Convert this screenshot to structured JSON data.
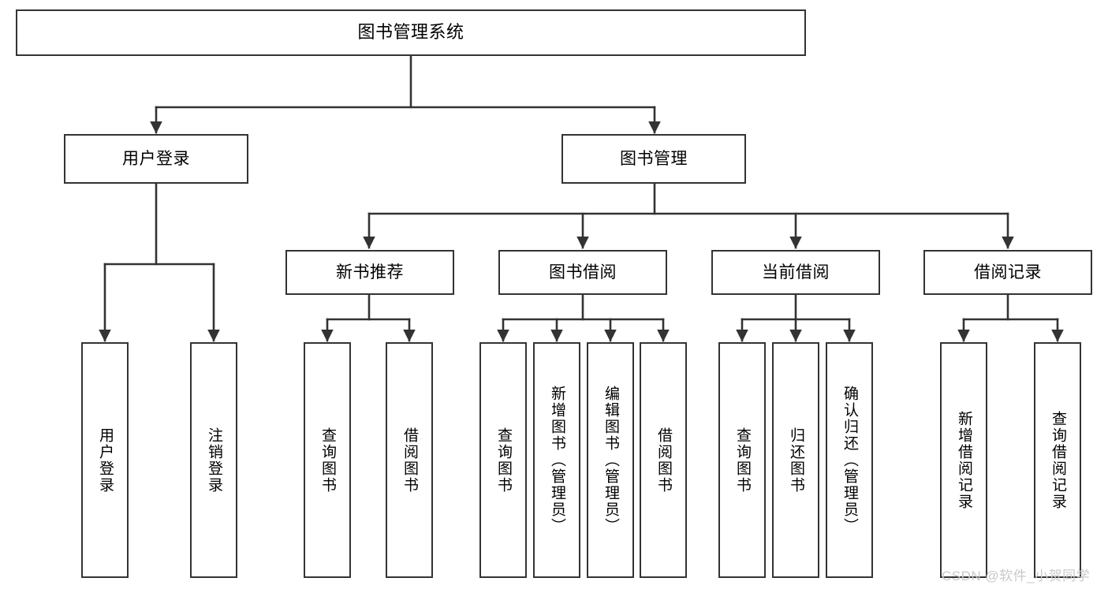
{
  "diagram": {
    "title": "图书管理系统",
    "stroke_color": "#333333",
    "box_fill": "#ffffff",
    "text_color": "#000000",
    "background": "#ffffff"
  },
  "watermark": {
    "text": "CSDN @软件_小贺同学",
    "color": "#c9c9c9"
  },
  "chart_data": {
    "type": "tree",
    "title": "图书管理系统",
    "orientation": "top-down",
    "levels": 4,
    "nodes": [
      {
        "id": "root",
        "label": "图书管理系统",
        "level": 0,
        "parent": null
      },
      {
        "id": "login",
        "label": "用户登录",
        "level": 1,
        "parent": "root"
      },
      {
        "id": "bookmgmt",
        "label": "图书管理",
        "level": 1,
        "parent": "root"
      },
      {
        "id": "login-user",
        "label": "用户登录",
        "level": 2,
        "parent": "login"
      },
      {
        "id": "login-logout",
        "label": "注销登录",
        "level": 2,
        "parent": "login"
      },
      {
        "id": "newbook",
        "label": "新书推荐",
        "level": 2,
        "parent": "bookmgmt"
      },
      {
        "id": "borrow",
        "label": "图书借阅",
        "level": 2,
        "parent": "bookmgmt"
      },
      {
        "id": "current",
        "label": "当前借阅",
        "level": 2,
        "parent": "bookmgmt"
      },
      {
        "id": "record",
        "label": "借阅记录",
        "level": 2,
        "parent": "bookmgmt"
      },
      {
        "id": "newbook-query",
        "label": "查询图书",
        "level": 3,
        "parent": "newbook"
      },
      {
        "id": "newbook-borrow",
        "label": "借阅图书",
        "level": 3,
        "parent": "newbook"
      },
      {
        "id": "borrow-query",
        "label": "查询图书",
        "level": 3,
        "parent": "borrow"
      },
      {
        "id": "borrow-add",
        "label": "新增图书（管理员）",
        "level": 3,
        "parent": "borrow"
      },
      {
        "id": "borrow-edit",
        "label": "编辑图书（管理员）",
        "level": 3,
        "parent": "borrow"
      },
      {
        "id": "borrow-lend",
        "label": "借阅图书",
        "level": 3,
        "parent": "borrow"
      },
      {
        "id": "current-query",
        "label": "查询图书",
        "level": 3,
        "parent": "current"
      },
      {
        "id": "current-return",
        "label": "归还图书",
        "level": 3,
        "parent": "current"
      },
      {
        "id": "current-confirm",
        "label": "确认归还（管理员）",
        "level": 3,
        "parent": "current"
      },
      {
        "id": "record-add",
        "label": "新增借阅记录",
        "level": 3,
        "parent": "record"
      },
      {
        "id": "record-query",
        "label": "查询借阅记录",
        "level": 3,
        "parent": "record"
      }
    ]
  },
  "nodes": {
    "root": {
      "label": "图书管理系统"
    },
    "login": {
      "label": "用户登录"
    },
    "bookmgmt": {
      "label": "图书管理"
    },
    "login_user": {
      "label": "用户登录"
    },
    "login_logout": {
      "label": "注销登录"
    },
    "newbook": {
      "label": "新书推荐"
    },
    "borrow": {
      "label": "图书借阅"
    },
    "current": {
      "label": "当前借阅"
    },
    "record": {
      "label": "借阅记录"
    },
    "newbook_query": {
      "label": "查询图书"
    },
    "newbook_borrow": {
      "label": "借阅图书"
    },
    "borrow_query": {
      "label": "查询图书"
    },
    "borrow_add": {
      "label": "新增图书（管理员）"
    },
    "borrow_edit": {
      "label": "编辑图书（管理员）"
    },
    "borrow_lend": {
      "label": "借阅图书"
    },
    "current_query": {
      "label": "查询图书"
    },
    "current_return": {
      "label": "归还图书"
    },
    "current_confirm": {
      "label": "确认归还（管理员）"
    },
    "record_add": {
      "label": "新增借阅记录"
    },
    "record_query": {
      "label": "查询借阅记录"
    }
  }
}
